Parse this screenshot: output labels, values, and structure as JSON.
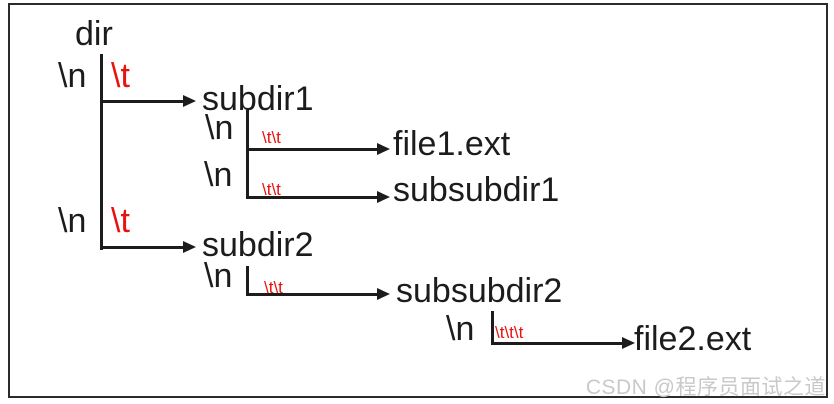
{
  "colors": {
    "text": "#1c1c1c",
    "escape-red": "#e8120e",
    "line": "#1c1c1c",
    "frame": "#2b2b2b",
    "watermark": "#c9c9c9",
    "bg": "#ffffff"
  },
  "diagram": {
    "nodes": {
      "dir": "dir",
      "subdir1": "subdir1",
      "file1": "file1.ext",
      "subsubdir1": "subsubdir1",
      "subdir2": "subdir2",
      "subsubdir2": "subsubdir2",
      "file2": "file2.ext"
    },
    "escapes": {
      "newline": "\\n",
      "tab": "\\t",
      "tab2": "\\t\\t",
      "tab3": "\\t\\t\\t"
    }
  },
  "watermark": "CSDN @程序员面试之道"
}
